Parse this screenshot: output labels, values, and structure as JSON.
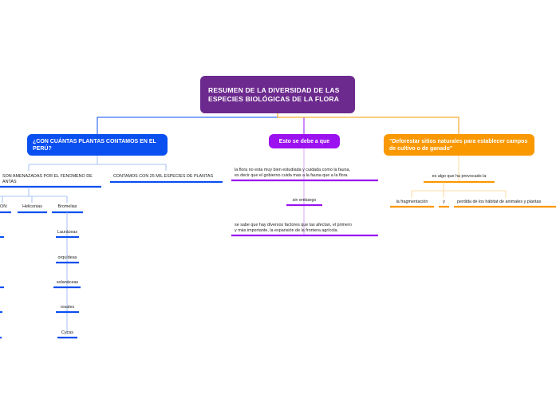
{
  "root": {
    "title": "RESUMEN DE LA DIVERSIDAD DE LAS  ESPECIES BIOLÓGICAS DE LA FLORA",
    "color": "#6c2a8e"
  },
  "branches": {
    "blue": {
      "title": "¿CON CUÁNTAS PLANTAS CONTAMOS EN EL PERÚ?",
      "color": "#0a4ff0",
      "threatened_label": "SON AMENAZADAS POR EL FENOMENO DE",
      "threatened_label_cont": "ANTAS",
      "count_label": "CONTAMOS CON 25 MIL ESPECIES DE PLANTAS",
      "cut_label": "ON:",
      "families": [
        "Heliconias",
        "Bromelias"
      ],
      "bromelias_children": [
        "Lauráceas",
        "orquídeas",
        "solanáceas",
        "rosales",
        "Cycas"
      ]
    },
    "purple": {
      "title": "Esto se debe a que",
      "color": "#9b11f0",
      "text1_line1": "la flora no esta muy bien estudiada y cuidada como la fauna,",
      "text1_line2": "es decir que el gobierno cuida mas a la fauna que a la flora",
      "connector": "sin embargo",
      "text2_line1": "se sabe que hay diversos factores que las afectan, el primero",
      "text2_line2": "y más importante, la expansión de la frontera agrícola."
    },
    "orange": {
      "title": "\"Deforestar sitios naturales para establecer campos de cultivo o de ganado\"",
      "color": "#fa9800",
      "consequence": "es algo que ha provocado la",
      "items": [
        "la fragmentación",
        "y",
        "perdida de los hábitat de animales y plantas"
      ]
    }
  }
}
